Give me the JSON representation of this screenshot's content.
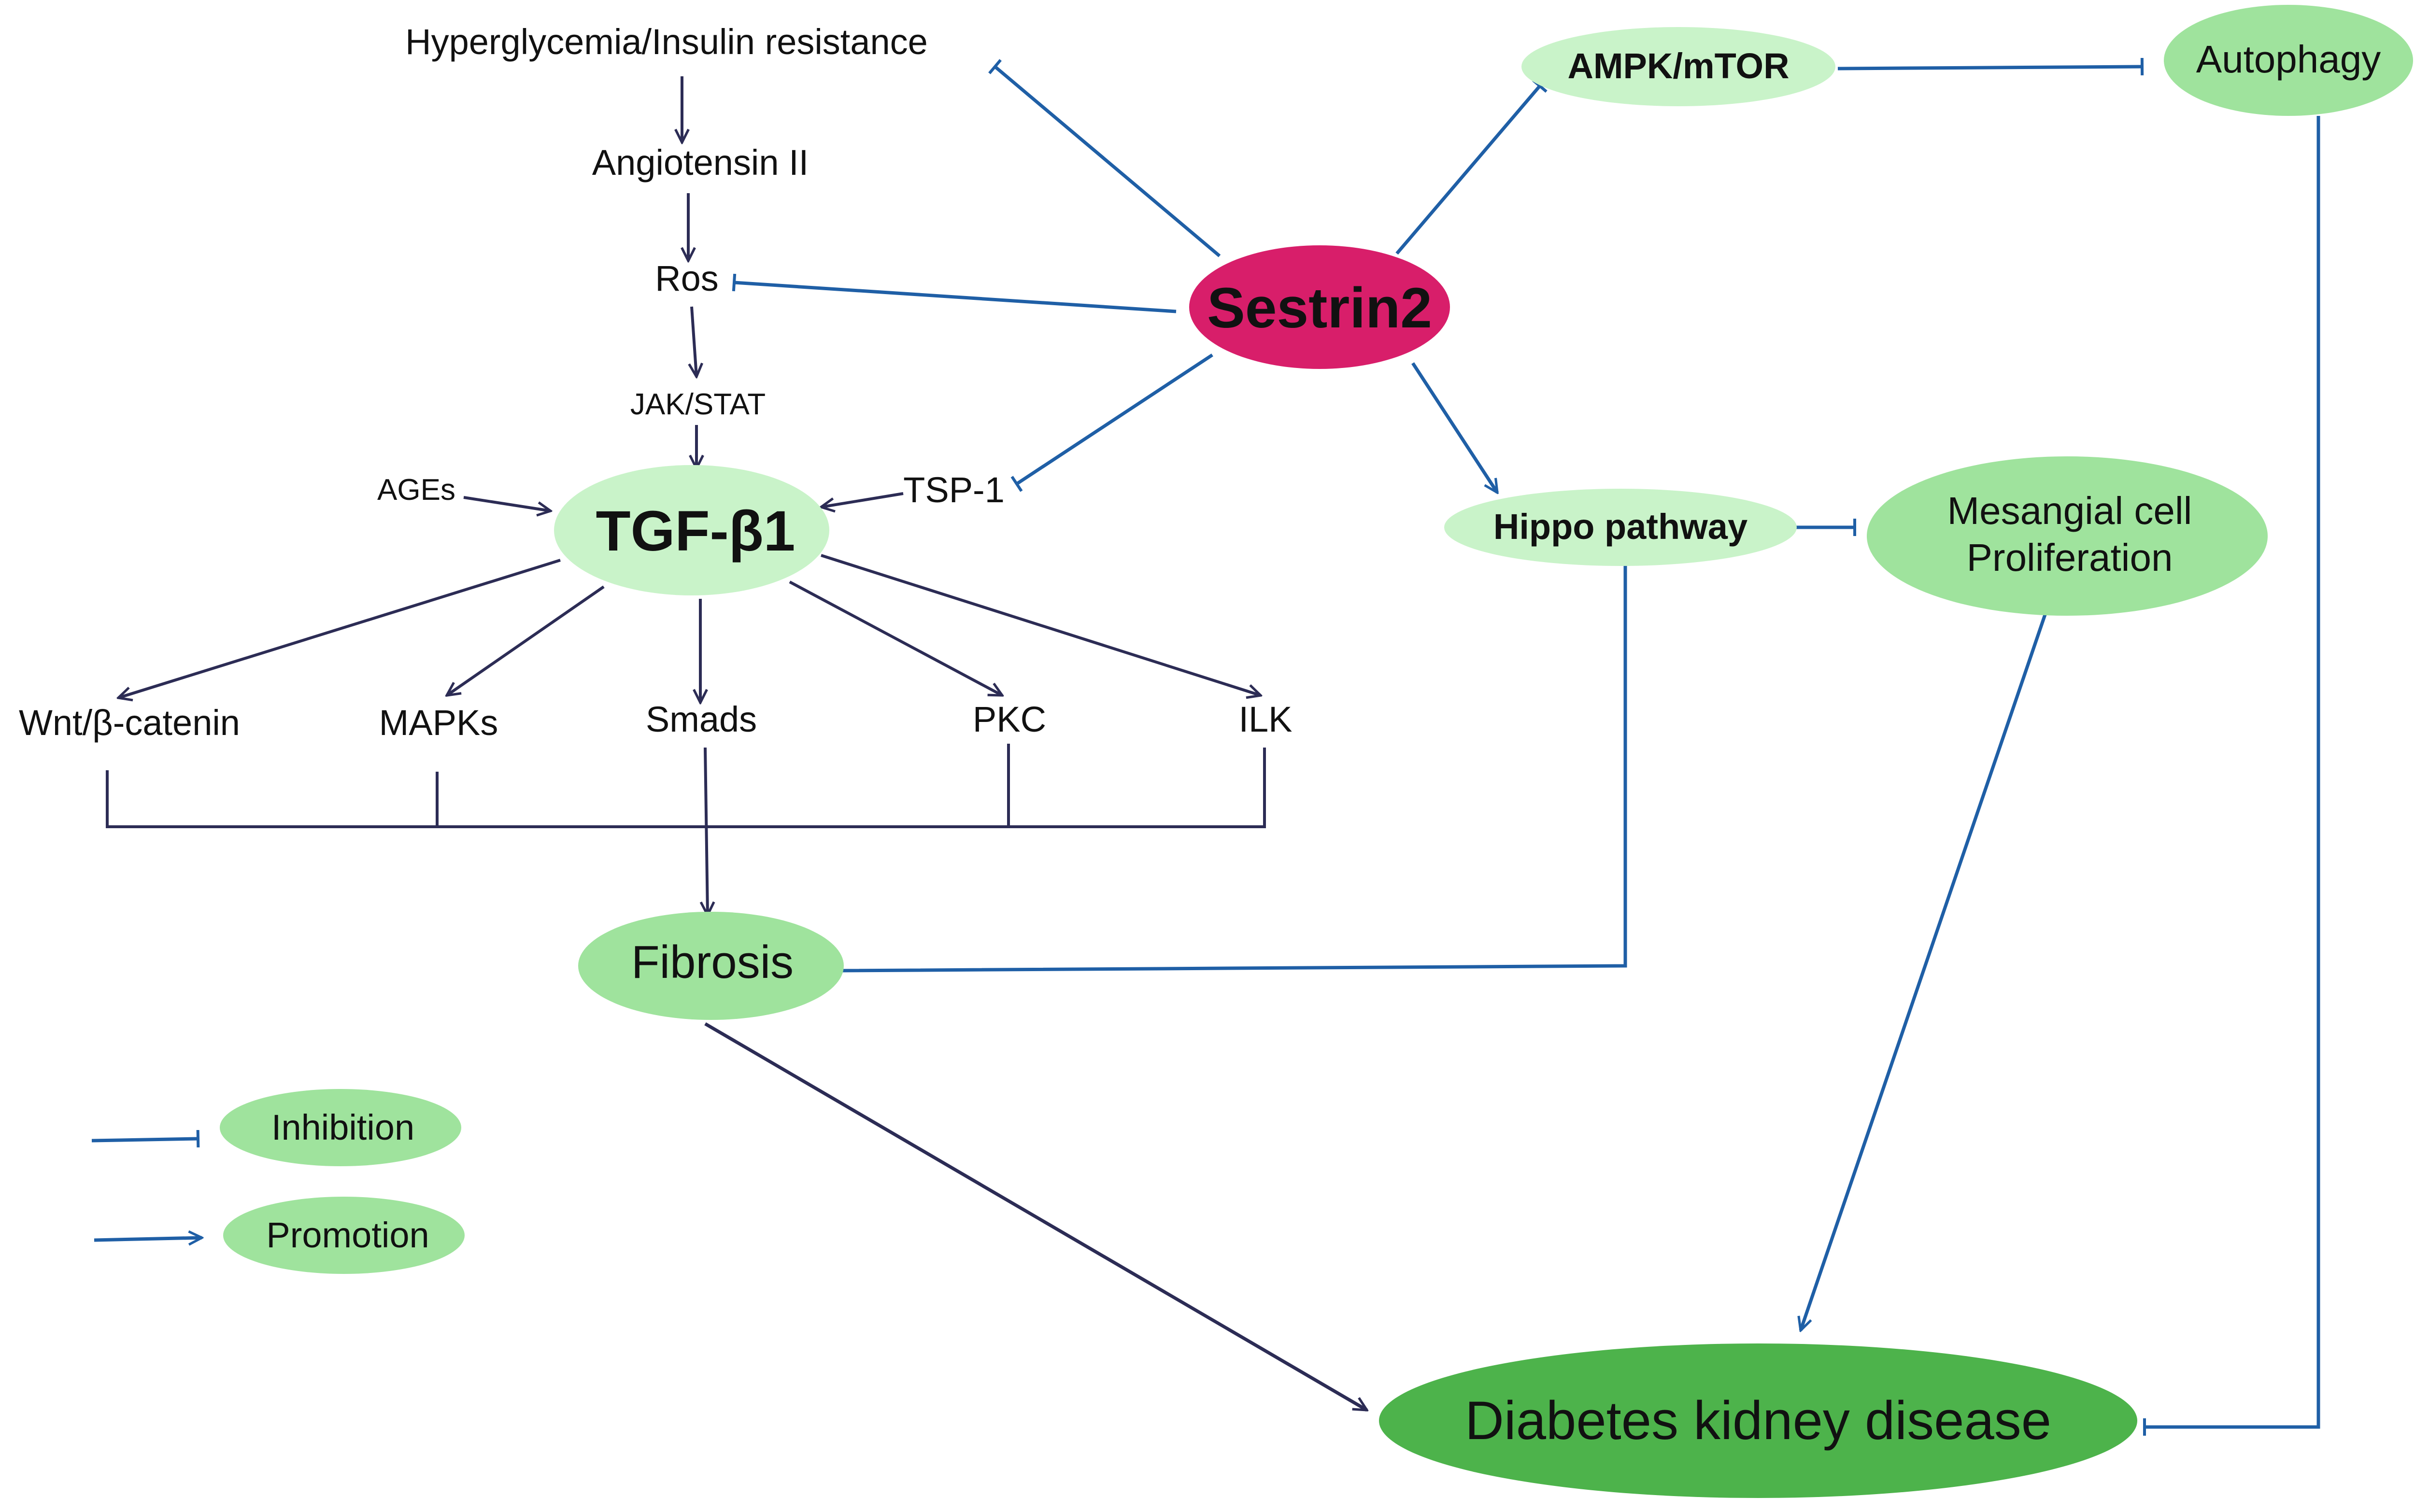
{
  "nodes": {
    "hyperglycemia": "Hyperglycemia/Insulin resistance",
    "angiotensin": "Angiotensin II",
    "ros": "Ros",
    "jak_stat": "JAK/STAT",
    "ages": "AGEs",
    "tgf_b1": "TGF-β1",
    "tsp1": "TSP-1",
    "sestrin2": "Sestrin2",
    "ampk_mtor": "AMPK/mTOR",
    "autophagy": "Autophagy",
    "hippo": "Hippo pathway",
    "mesangial_line1": "Mesangial cell",
    "mesangial_line2": "Proliferation",
    "wnt": "Wnt/β-catenin",
    "mapks": "MAPKs",
    "smads": "Smads",
    "pkc": "PKC",
    "ilk": "ILK",
    "fibrosis": "Fibrosis",
    "dkd": "Diabetes kidney disease"
  },
  "legend": {
    "inhibition": "Inhibition",
    "promotion": "Promotion"
  },
  "colors": {
    "sestrin_fill": "#d81e6a",
    "light_green": "#c9f3c9",
    "mid_green": "#9fe39d",
    "dark_green": "#4db34b",
    "blue_line": "#1f5fa6",
    "navy_line": "#2c2c55"
  }
}
